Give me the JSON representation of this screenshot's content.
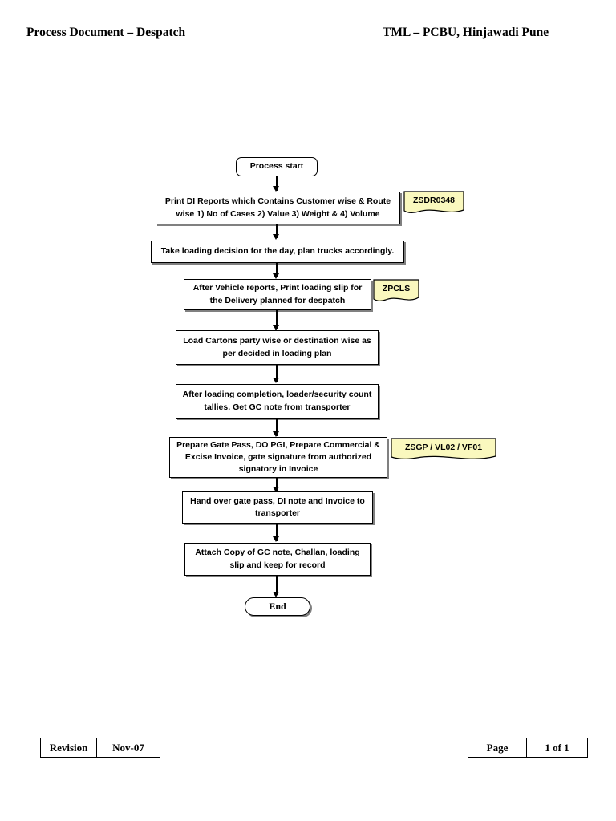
{
  "header": {
    "left_title": "Process Document – Despatch",
    "right_title": "TML – PCBU, Hinjawadi Pune"
  },
  "flowchart": {
    "nodes": [
      {
        "id": "start",
        "label": "Process start",
        "shape": "terminator"
      },
      {
        "id": "step1",
        "label": "Print DI Reports which Contains Customer wise & Route wise 1) No of Cases 2) Value 3) Weight & 4) Volume",
        "shape": "process"
      },
      {
        "id": "step2",
        "label": "Take loading decision for the day, plan trucks accordingly.",
        "shape": "process"
      },
      {
        "id": "step3",
        "label": "After Vehicle reports, Print loading slip for the Delivery planned for despatch",
        "shape": "process"
      },
      {
        "id": "step4",
        "label": "Load Cartons party wise or destination wise as per decided in loading plan",
        "shape": "process"
      },
      {
        "id": "step5",
        "label": "After loading completion, loader/security count tallies. Get GC note from transporter",
        "shape": "process"
      },
      {
        "id": "step6",
        "label": "Prepare Gate Pass, DO PGI, Prepare Commercial & Excise Invoice, gate signature from authorized signatory in Invoice",
        "shape": "process"
      },
      {
        "id": "step7",
        "label": "Hand over gate pass, DI note and Invoice to transporter",
        "shape": "process"
      },
      {
        "id": "step8",
        "label": "Attach Copy of GC note, Challan, loading slip and keep for record",
        "shape": "process"
      },
      {
        "id": "end",
        "label": "End",
        "shape": "terminator"
      }
    ],
    "notes": [
      {
        "id": "note1",
        "label": "ZSDR0348",
        "attached_to": "step1",
        "color": "#FAF8BE"
      },
      {
        "id": "note2",
        "label": "ZPCLS",
        "attached_to": "step3",
        "color": "#FAF8BE"
      },
      {
        "id": "note3",
        "label": "ZSGP / VL02 / VF01",
        "attached_to": "step6",
        "color": "#FAF8BE"
      }
    ]
  },
  "footer": {
    "revision_label": "Revision",
    "revision_value": "Nov-07",
    "page_label": "Page",
    "page_value": "1 of 1"
  }
}
